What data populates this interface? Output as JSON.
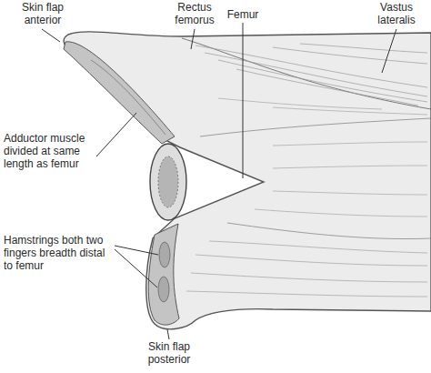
{
  "diagram": {
    "labels": [
      "Skin flap anterior",
      "Rectus femorus",
      "Femur",
      "Vastus lateralis",
      "Adductor muscle divided at same length as femur",
      "Hamstrings both two fingers breadth distal to femur",
      "Skin flap posterior"
    ]
  }
}
